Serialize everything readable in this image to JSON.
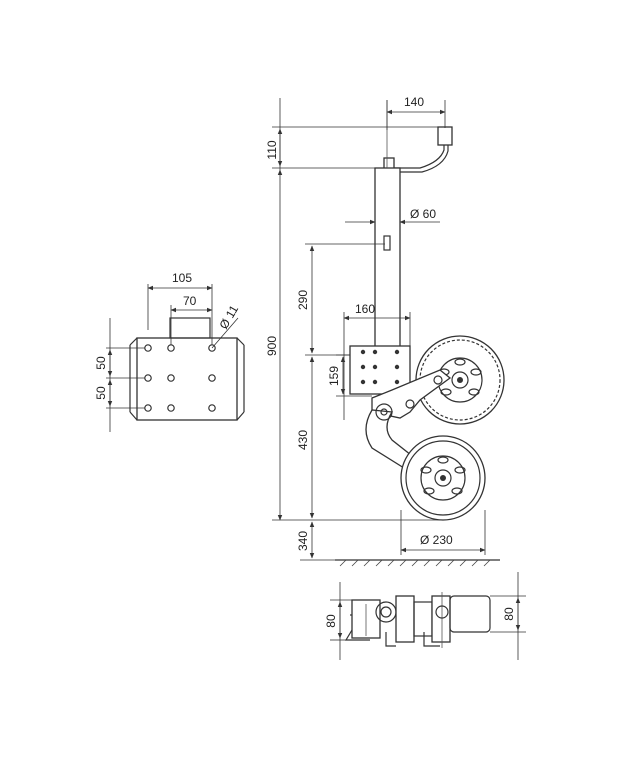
{
  "dimensions": {
    "d140": "140",
    "d110": "110",
    "d60": "Ø 60",
    "d900": "900",
    "d290": "290",
    "d160": "160",
    "d159": "159",
    "d430": "430",
    "d340": "340",
    "d230": "Ø 230",
    "d105": "105",
    "d70": "70",
    "d11": "Ø 11",
    "d50a": "50",
    "d50b": "50",
    "d80a": "80",
    "d80b": "80"
  }
}
